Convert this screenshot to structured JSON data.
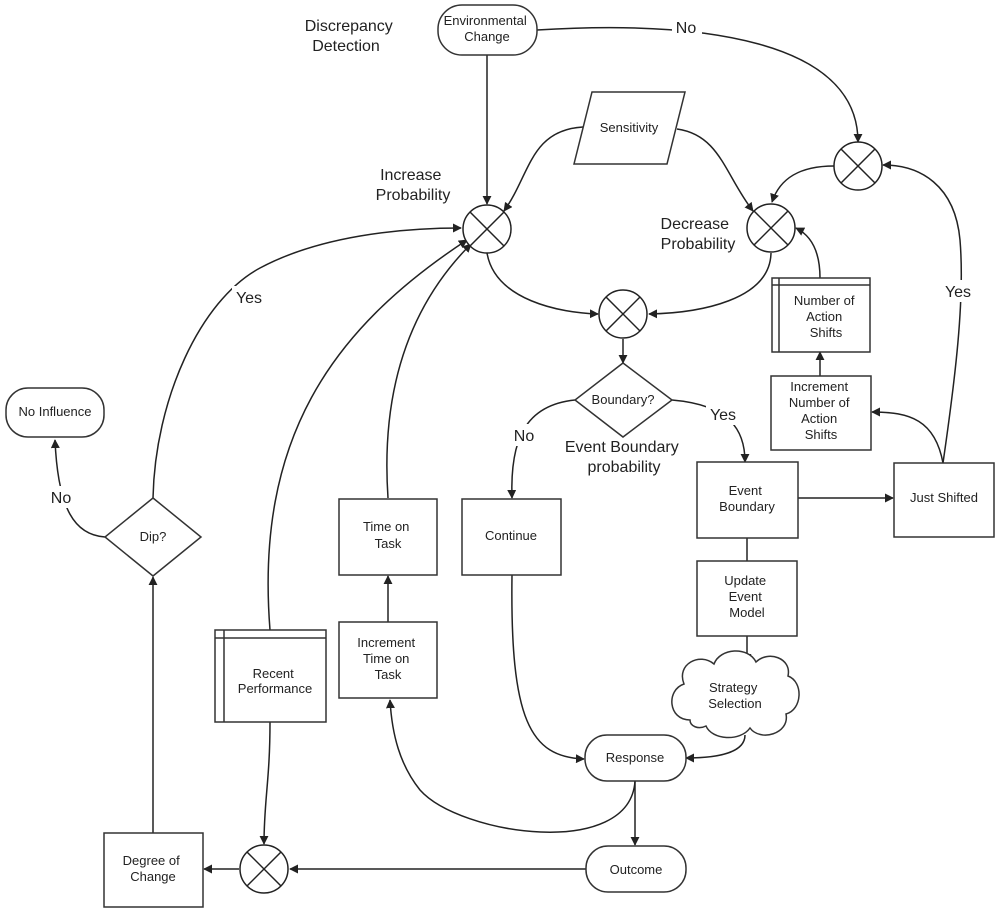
{
  "nodes": {
    "environmental_change": [
      "Environmental",
      "Change"
    ],
    "sensitivity": [
      "Sensitivity"
    ],
    "number_of_action_shifts": [
      "Number of",
      "Action",
      "Shifts"
    ],
    "increment_number_of_action_shifts": [
      "Increment",
      "Number of",
      "Action",
      "Shifts"
    ],
    "boundary": [
      "Boundary?"
    ],
    "no_influence": [
      "No Influence"
    ],
    "dip": [
      "Dip?"
    ],
    "time_on_task": [
      "Time on",
      "Task"
    ],
    "continue": [
      "Continue"
    ],
    "event_boundary": [
      "Event",
      "Boundary"
    ],
    "just_shifted": [
      "Just Shifted"
    ],
    "update_event_model": [
      "Update",
      "Event",
      "Model"
    ],
    "recent_performance": [
      "Recent",
      "Performance"
    ],
    "increment_time_on_task": [
      "Increment",
      "Time on",
      "Task"
    ],
    "strategy_selection": [
      "Strategy",
      "Selection"
    ],
    "response": [
      "Response"
    ],
    "degree_of_change": [
      "Degree of",
      "Change"
    ],
    "outcome": [
      "Outcome"
    ]
  },
  "labels": {
    "discrepancy_detection": [
      "Discrepancy",
      "Detection"
    ],
    "increase_probability": [
      "Increase",
      "Probability"
    ],
    "decrease_probability": [
      "Decrease",
      "Probability"
    ],
    "event_boundary_probability": [
      "Event Boundary",
      "probability"
    ]
  },
  "edge_labels": {
    "env_no": "No",
    "just_shifted_yes": "Yes",
    "dip_yes": "Yes",
    "dip_no": "No",
    "boundary_no": "No",
    "boundary_yes": "Yes"
  }
}
